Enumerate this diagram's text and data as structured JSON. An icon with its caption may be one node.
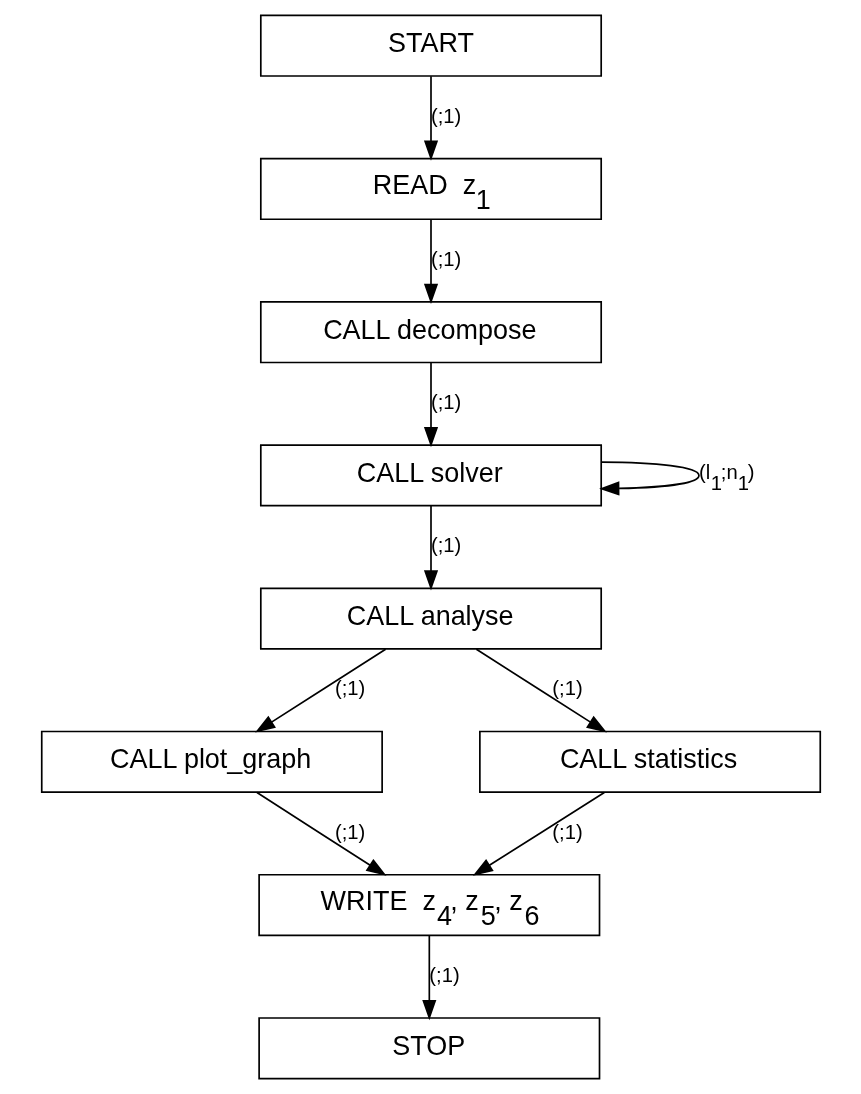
{
  "diagram": {
    "nodes": [
      {
        "text": [
          "START"
        ]
      },
      {
        "text": [
          "READ  z$_{1}$"
        ]
      },
      {
        "text": [
          "CALL decompose"
        ]
      },
      {
        "text": [
          "CALL solver"
        ]
      },
      {
        "text": [
          "CALL analyse"
        ]
      },
      {
        "text": [
          "CALL plot_graph"
        ]
      },
      {
        "text": [
          "CALL statistics"
        ]
      },
      {
        "text": [
          "WRITE  z$_{4}$, z$_{5}$, z$_{6}$"
        ]
      },
      {
        "text": [
          "STOP"
        ]
      }
    ],
    "edges": [
      {
        "from": 0,
        "to": 1,
        "arrow": "to",
        "label": "(;1)"
      },
      {
        "from": 1,
        "to": 2,
        "arrow": "to",
        "label": "(;1)"
      },
      {
        "from": 2,
        "to": 3,
        "arrow": "to",
        "label": "(;1)"
      },
      {
        "from": 3,
        "to": 3,
        "arrow": "to",
        "label": "(l$_{1}$;n$_{1}$)"
      },
      {
        "from": 3,
        "to": 4,
        "arrow": "to",
        "label": "(;1)"
      },
      {
        "from": 4,
        "to": 5,
        "arrow": "to",
        "label": "(;1)"
      },
      {
        "from": 4,
        "to": 6,
        "arrow": "to",
        "label": "(;1)"
      },
      {
        "from": 5,
        "to": 7,
        "arrow": "to",
        "label": "(;1)"
      },
      {
        "from": 6,
        "to": 7,
        "arrow": "to",
        "label": "(;1)"
      },
      {
        "from": 7,
        "to": 8,
        "arrow": "to",
        "label": "(;1)"
      }
    ]
  }
}
